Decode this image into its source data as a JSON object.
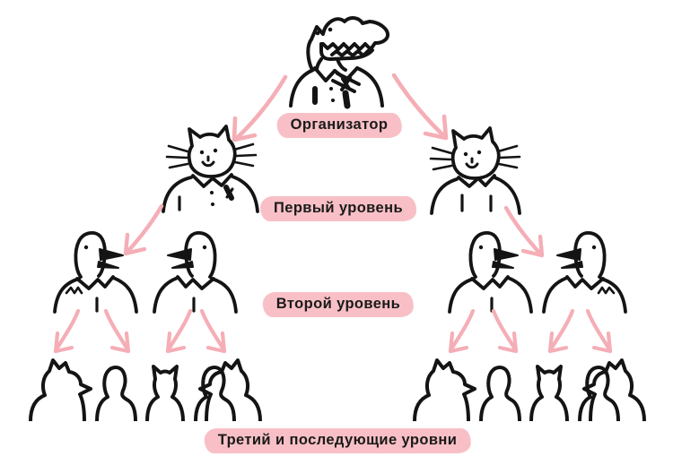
{
  "diagram": {
    "name": "pyramid-scheme-levels",
    "labels": {
      "organizer": "Организатор",
      "level1": "Первый уровень",
      "level2": "Второй уровень",
      "level3": "Третий и последующие уровни"
    },
    "characters": {
      "organizer": "crocodile-in-shirt-with-tie",
      "level1": [
        "cat-in-shirt-left",
        "cat-in-shirt-right"
      ],
      "level2": [
        "duck-pair-facing-each-other-left",
        "duck-pair-facing-each-other-right"
      ],
      "level3": [
        "crowd-of-five-animal-silhouettes-left",
        "crowd-of-five-animal-silhouettes-right"
      ]
    },
    "arrows": {
      "style": "pink hand-drawn with open V head",
      "from_organizer": 2,
      "from_each_cat": 1,
      "from_each_duck_pair": 4
    }
  },
  "colors": {
    "ink": "#141414",
    "arrow": "#f5aeb6",
    "label_bg": "#f8c0c6",
    "text": "#1a1a1a",
    "bg": "#ffffff"
  }
}
